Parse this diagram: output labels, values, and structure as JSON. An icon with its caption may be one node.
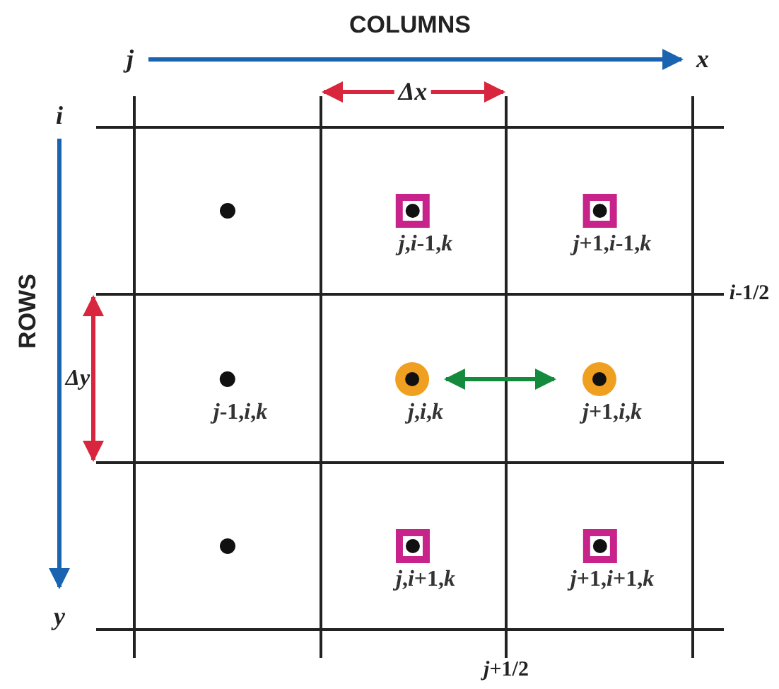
{
  "diagram": {
    "nodes": [
      {
        "text": [],
        "shape": "circle"
      },
      {
        "text": [
          "*j*,*i*-1,*k*"
        ]
      },
      {
        "text": [
          "*j*+1,*i*-1,*k*"
        ]
      },
      {
        "text": [
          "*j*-1,*i*,*k*"
        ]
      },
      {
        "text": [
          "*j*,*i*,*k*"
        ]
      },
      {
        "text": [
          "*j*+1,*i*,*k*"
        ]
      },
      {
        "text": [],
        "shape": "circle"
      },
      {
        "text": [
          "*j*,*i*+1,*k*"
        ]
      },
      {
        "text": [
          "*j*+1,*i*+1,*k*"
        ]
      }
    ],
    "edges": [
      {
        "from": 4,
        "to": 5,
        "arrow": "both",
        "color": "#138a3c"
      }
    ],
    "labels": [
      "COLUMNS",
      "*j*",
      "*x*",
      "Δx",
      "*i*",
      "ROWS",
      "Δy",
      "*i*-1/2",
      "*y*",
      "*j*+1/2"
    ]
  }
}
